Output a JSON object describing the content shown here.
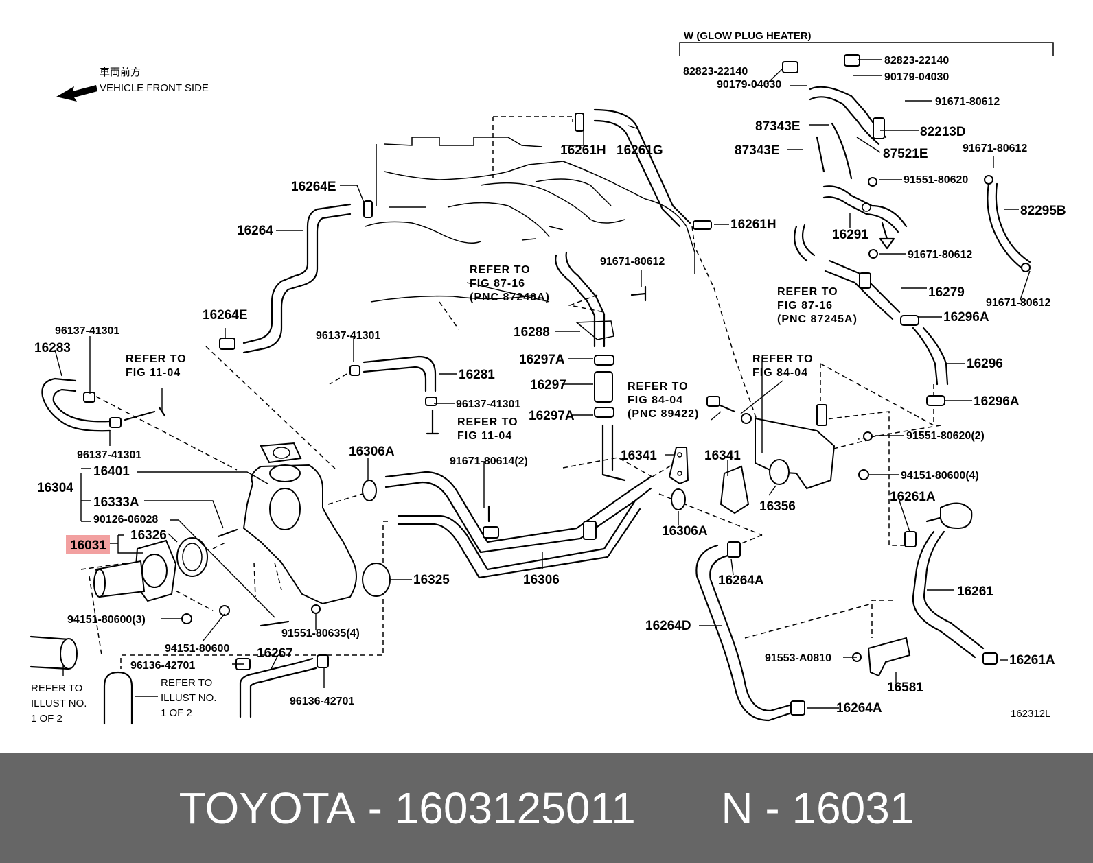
{
  "diagram": {
    "header": "W (GLOW PLUG HEATER)",
    "direction_jp": "車両前方",
    "direction_en": "VEHICLE FRONT SIDE",
    "figure_code": "162312L",
    "highlight_part": "16031",
    "highlight_color": "#f2a0a0",
    "labels": {
      "p16261H_a": "16261H",
      "p16261G": "16261G",
      "p16261H_b": "16261H",
      "p16264E_a": "16264E",
      "p16264": "16264",
      "p16264E_b": "16264E",
      "p82823_a": "82823-22140",
      "p82823_b": "82823-22140",
      "p90179_a": "90179-04030",
      "p90179_b": "90179-04030",
      "p91671_a": "91671-80612",
      "p87343E_a": "87343E",
      "p82213D": "82213D",
      "p87343E_b": "87343E",
      "p87521E": "87521E",
      "p91671_b": "91671-80612",
      "p91551_a": "91551-80620",
      "p82295B": "82295B",
      "p16291": "16291",
      "p91671_c": "91671-80612",
      "p16279": "16279",
      "p91671_d": "91671-80612",
      "p16296A_a": "16296A",
      "p16296": "16296",
      "p16296A_b": "16296A",
      "p91671_e": "91671-80612",
      "p16288": "16288",
      "p16297A_a": "16297A",
      "p16297": "16297",
      "p16297A_b": "16297A",
      "p96137_a": "96137-41301",
      "p16283": "16283",
      "p96137_b": "96137-41301",
      "p16281": "16281",
      "p96137_c": "96137-41301",
      "p96137_d": "96137-41301",
      "p16306A_a": "16306A",
      "p91671_f": "91671-80614(2)",
      "p16341_a": "16341",
      "p16341_b": "16341",
      "p91551_b": "91551-80620(2)",
      "p94151_a": "94151-80600(4)",
      "p16356": "16356",
      "p16261A_a": "16261A",
      "p16306A_b": "16306A",
      "p16304": "16304",
      "p16401": "16401",
      "p16333A": "16333A",
      "p90126": "90126-06028",
      "p16326": "16326",
      "p16031": "16031",
      "p16325": "16325",
      "p16306": "16306",
      "p16264A_a": "16264A",
      "p16261": "16261",
      "p94151_b": "94151-80600(3)",
      "p94151_c": "94151-80600",
      "p91551_c": "91551-80635(4)",
      "p96136_a": "96136-42701",
      "p16267": "16267",
      "p96136_b": "96136-42701",
      "p16264D": "16264D",
      "p91553": "91553-A0810",
      "p16261A_b": "16261A",
      "p16581": "16581",
      "p16264A_b": "16264A"
    },
    "refer_notes": {
      "r1": [
        "REFER TO",
        "FIG 87-16",
        "(PNC 87246A)"
      ],
      "r2": [
        "REFER TO",
        "FIG 87-16",
        "(PNC 87245A)"
      ],
      "r3": [
        "REFER TO",
        "FIG 11-04"
      ],
      "r4": [
        "REFER TO",
        "FIG 84-04",
        "(PNC 89422)"
      ],
      "r5": [
        "REFER TO",
        "FIG 11-04"
      ],
      "r6": [
        "REFER TO",
        "FIG 84-04"
      ],
      "r7": [
        "REFER TO",
        "ILLUST NO.",
        "1 OF 2"
      ],
      "r8": [
        "REFER TO",
        "ILLUST NO.",
        "1 OF 2"
      ]
    }
  },
  "footer": {
    "brand": "TOYOTA",
    "part_number": "1603125011",
    "ref_number": "N - 16031",
    "background": "#666666",
    "text_color": "#ffffff"
  }
}
